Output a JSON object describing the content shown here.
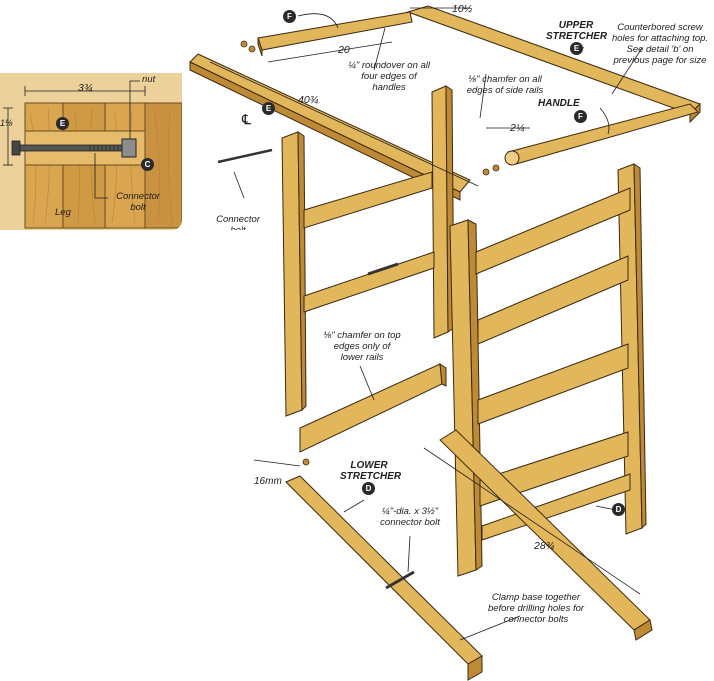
{
  "detail": {
    "width_dim": "3¾",
    "height_dim": "1⅛",
    "nut_label": "nut",
    "part_e": "E",
    "part_c": "C",
    "leg_label": "Leg",
    "connector_bolt_label": "Connector bolt"
  },
  "labels": {
    "part_f_top": "F",
    "dim_10_half": "10½",
    "upper_stretcher": "UPPER STRETCHER",
    "part_e_upper": "E",
    "counterbored_note": "Counterbored screw holes for attaching top. See detail 'b' on previous page for size",
    "dim_20": "20",
    "roundover_note": "¼\" roundover on all four edges of handles",
    "chamfer_side_note": "⅛\" chamfer on all edges of side rails",
    "dim_40_34": "40¾",
    "part_e_left": "E",
    "centerline": "℄",
    "handle": "HANDLE",
    "part_f_handle": "F",
    "dim_2_14": "2¼",
    "connector_bolt_partial": "Connector bolt",
    "chamfer_lower_note": "⅛\" chamfer on top edges only of lower rails",
    "dim_16mm": "16mm",
    "lower_stretcher": "LOWER STRETCHER",
    "part_d_lower": "D",
    "bolt_note": "¼\"-dia. x 3½\" connector bolt",
    "part_d_right": "D",
    "dim_28_34": "28¾",
    "clamp_note": "Clamp base together before drilling holes for connector bolts"
  },
  "colors": {
    "wood": "#e2b65a",
    "wood_dark": "#b5822f",
    "wood_light": "#f2d38c",
    "outline": "#3a2a12",
    "panel": "#ecd29a",
    "ink": "#1e1e1e"
  }
}
